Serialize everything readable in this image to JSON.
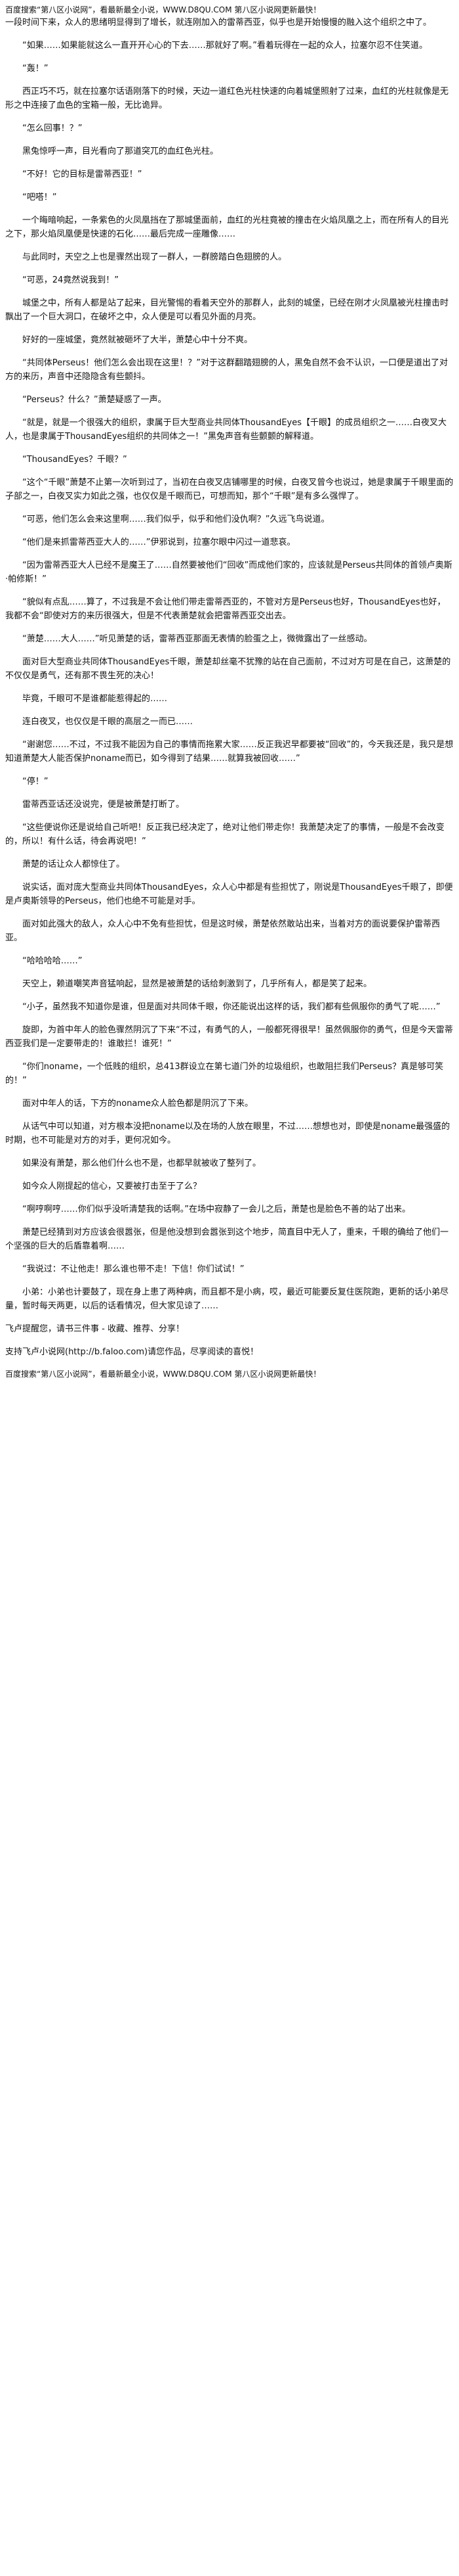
{
  "header": "百度搜索“第八区小说网”，看最新最全小说，WWW.D8QU.COM 第八区小说网更新最快！",
  "paragraphs": [
    "一段时间下来，众人的思绪明显得到了增长，就连刚加入的雷蒂西亚，似乎也是开始慢慢的融入这个组织之中了。",
    "“如果……如果能就这么一直开开心心的下去……那就好了啊。”看着玩得在一起的众人，拉塞尔忍不住笑道。",
    "“轰！”",
    "西正巧不巧，就在拉塞尔话语刚落下的时候，天边一道红色光柱快速的向着城堡照射了过来，血红的光柱就像是无形之中连接了血色的宝箱一般，无比诡异。",
    "“怎么回事！？”",
    "黑兔惊呼一声，目光看向了那道突兀的血红色光柱。",
    "“不好！它的目标是雷蒂西亚！”",
    "“吧嗒！”",
    "一个晦暗响起，一条紫色的火凤凰挡在了那城堡面前，血红的光柱竟被的撞击在火焰凤凰之上，而在所有人的目光之下，那火焰凤凰便是快速的石化……最后完成一座雕像……",
    "与此同时，天空之上也是骤然出现了一群人，一群膀踏白色翅膀的人。",
    "“可恶，24竟然说我到！”",
    "城堡之中，所有人都是站了起来，目光警惕的看着天空外的那群人，此刻的城堡，已经在刚才火凤凰被光柱撞击时飘出了一个巨大洞口，在破坏之中，众人便是可以看见外面的月亮。",
    "好好的一座城堡，竟然就被砸坏了大半，萧楚心中十分不爽。",
    "“共同体Perseus！他们怎么会出现在这里！？”对于这群翻踏翅膀的人，黑兔自然不会不认识，一口便是道出了对方的来历，声音中还隐隐含有些颤抖。",
    "“Perseus？什么？”萧楚疑惑了一声。",
    "“就是，就是一个很强大的组织，隶属于巨大型商业共同体ThousandEyes【千眼】的成员组织之一……白夜叉大人，也是隶属于ThousandEyes组织的共同体之一！”黑兔声音有些颤颤的解释道。",
    "“ThousandEyes？千眼？”",
    "“这个“千眼”萧楚不止第一次听到过了，当初在白夜叉店铺哪里的时候，白夜叉曾今也说过，她是隶属于千眼里面的子部之一，白夜叉实力如此之强，也仅仅是千眼而已，可想而知，那个“千眼”是有多么强悍了。",
    "“可恶，他们怎么会来这里啊……我们似乎，似乎和他们没仇啊？”久远飞鸟说道。",
    "“他们是来抓雷蒂西亚大人的……”伊邪说到，拉塞尔眼中闪过一道悲哀。",
    "“因为雷蒂西亚大人已经不是魔王了……自然要被他们“回收”而成他们家的，应该就是Perseus共同体的首领卢奥斯·帕修斯！”",
    "“貌似有点乱……算了，不过我是不会让他们带走雷蒂西亚的，不管对方是Perseus也好，ThousandEyes也好，我都不会“即使对方的来历很强大，但是不代表萧楚就会把雷蒂西亚交出去。",
    "“萧楚……大人……”听见萧楚的话，雷蒂西亚那面无表情的脸蛋之上，微微露出了一丝感动。",
    "面对巨大型商业共同体ThousandEyes千眼，萧楚却丝毫不犹豫的站在自己面前，不过对方可是在自己，这萧楚的不仅仅是勇气，还有那不畏生死的决心！",
    "毕竟，千眼可不是谁都能惹得起的……",
    "连白夜叉，也仅仅是千眼的高层之一而已……",
    "“谢谢您……不过，不过我不能因为自己的事情而拖累大家……反正我迟早都要被“回收”的，今天我还是，我只是想知道萧楚大人能否保护noname而已，如今得到了结果……就算我被回收……”",
    "“停！”",
    "雷蒂西亚话还没说完，便是被萧楚打断了。",
    "“这些便说你还是说给自己听吧！反正我已经决定了，绝对让他们带走你！我萧楚决定了的事情，一般是不会改变的，所以！有什么话，待会再说吧！”",
    "萧楚的话让众人都惊住了。",
    "说实话，面对庞大型商业共同体ThousandEyes，众人心中都是有些担忧了，刚说是ThousandEyes千眼了，即便是卢奥斯领导的Perseus，他们也绝不可能是对手。",
    "面对如此强大的敌人，众人心中不免有些担忧，但是这时候，萧楚依然敢站出来，当着对方的面说要保护雷蒂西亚。",
    "“哈哈哈哈……”",
    "天空上，赖道嘲笑声音猛响起，显然是被萧楚的话给刺激到了，几乎所有人，都是笑了起来。",
    "“小子，虽然我不知道你是谁，但是面对共同体千眼，你还能说出这样的话，我们都有些佩服你的勇气了呢……”",
    "旋即，为首中年人的脸色骤然阴沉了下来“不过，有勇气的人，一般都死得很早！虽然佩服你的勇气，但是今天雷蒂西亚我们是一定要带走的！谁敢拦！谁死！”",
    "“你们noname，一个低贱的组织，总413群设立在第七道门外的垃圾组织，也敢阻拦我们Perseus？真是够可笑的！”",
    "面对中年人的话，下方的noname众人脸色都是阴沉了下来。",
    "从话气中可以知道，对方根本没把noname以及在场的人放在眼里，不过……想想也对，即使是noname最强盛的时期，也不可能是对方的对手，更何况如今。",
    "如果没有萧楚，那么他们什么也不是，也都早就被收了整列了。",
    "如今众人刚提起的信心，又要被打击至于了么？",
    "“啊哼啊哼……你们似乎没听清楚我的话啊。”在场中寂静了一会儿之后，萧楚也是脸色不善的站了出来。",
    "萧楚已经猜到对方应该会很嚣张，但是他没想到会嚣张到这个地步，简直目中无人了，重来，千眼的确给了他们一个坚强的巨大的后盾靠着啊……",
    "“我说过：不让他走！那么谁也带不走！下信！你们试试！”",
    "小弟：小弟也计要鼓了，现在身上患了两种病，而且都不是小病，哎，最近可能要反复住医院跑，更新的话小弟尽量，暂时每天两更，以后的话看情况，但大家见谅了……"
  ],
  "closing": "飞卢提醒您，请书三件事 - 收藏、推荐、分享！",
  "support": "支持飞卢小说网(http://b.faloo.com)请您作品，尽享阅读的喜悦！",
  "footer": "百度搜索“第八区小说网”，看最新最全小说，WWW.D8QU.COM 第八区小说网更新最快！"
}
